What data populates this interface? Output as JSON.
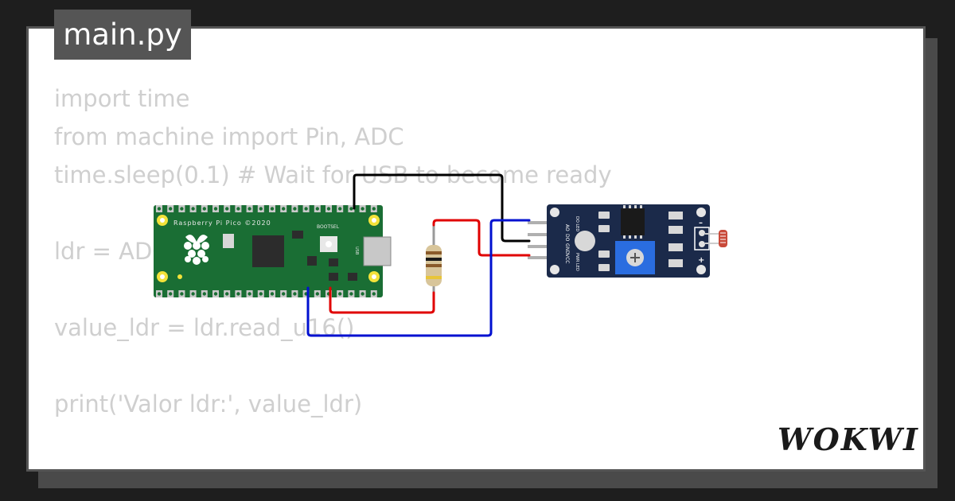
{
  "tab": {
    "filename": "main.py"
  },
  "code": {
    "lines": [
      "import time",
      "from machine import Pin, ADC",
      "time.sleep(0.1) # Wait for USB to become ready",
      "",
      "ldr = ADC(26)",
      "",
      "value_ldr = ldr.read_u16()",
      "",
      "print('Valor ldr:', value_ldr)"
    ]
  },
  "pico": {
    "brand": "Raspberry Pi Pico ©2020",
    "bootsel": "BOOTSEL",
    "usb": "USB"
  },
  "ldr_module": {
    "pins": [
      "AO",
      "DO",
      "GND",
      "VCC"
    ],
    "led_do": "DO LED",
    "led_pwr": "PWR LED",
    "minus": "–",
    "plus": "+"
  },
  "brand_logo": "WOKWI",
  "colors": {
    "pico_board": "#1a6e34",
    "module_board": "#1b2a4a",
    "wire_black": "#000000",
    "wire_red": "#e00000",
    "wire_blue": "#0010d0",
    "code_text": "#cfcfcf"
  }
}
